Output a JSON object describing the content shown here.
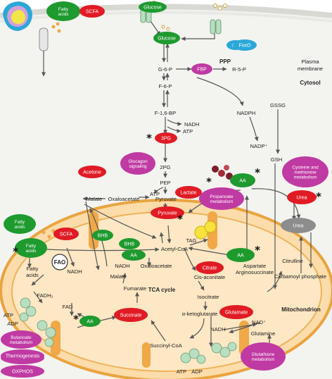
{
  "colors": {
    "green": "#1e9a2f",
    "red": "#e01b24",
    "magenta": "#c03aa3",
    "blue": "#2aa8d8",
    "grey": "#8d8d8d",
    "mito_fill": "#fbd9a6",
    "mito_edge": "#e9a43f",
    "transporter": "#b8dfc0"
  },
  "labels": {
    "plasma_membrane": "Plasma\nmembrane",
    "cytosol": "Cytosol",
    "mitochondrion": "Mitochondrion",
    "ppp": "PPP",
    "tca_cycle": "TCA cycle",
    "fao": "FAO"
  },
  "nodes": {
    "g6p": "G-6-P",
    "f6p": "F-6-P",
    "f16bp": "F-1,6-BP",
    "nadh_glycolysis": "NADH",
    "atp_glycolysis": "ATP",
    "pg2": "2PG",
    "pep": "PEP",
    "atp_pep": "ATP",
    "pyruvate_cyto": "Pyruvate",
    "malate_cyto": "Malate",
    "oxaloacetate_cyto": "Oxaloacetate",
    "r5p": "R-5-P",
    "nadph": "NADPH",
    "nadp": "NADP⁺",
    "gssg": "GSSG",
    "gsh": "GSH",
    "acetyl_coa": "Acetyl-CoA",
    "tag": "TAG",
    "fatty_acids_mito": "Fatty\nacids",
    "nadh_fao": "NADH",
    "fadh2": "FADH₂",
    "fad": "FAD",
    "atp_left": "ATP",
    "adp_left": "ADP",
    "nadh_tca": "NADH",
    "oxaloacetate_mito": "Oxaloacetate",
    "malate_mito": "Malate",
    "fumarate": "Fumarate",
    "cis_aconitate": "Cis-aconitate",
    "isocitrate": "Isocitrate",
    "akg": "α-ketoglutarate",
    "succinyl_coa": "Succinyl-CoA",
    "nadh_bottom": "NADH",
    "nad": "NAD⁺",
    "glutamine": "Glutamine",
    "aspartate": "Aspartate",
    "argininosuccinate": "Arginosuccinate",
    "citrulline": "Citrulline",
    "carbamoyl_phosphate": "Carbamoyl phosphate",
    "atp_bottom": "ATP",
    "adp_bottom": "ADP",
    "r_5_p": "R-5-P"
  },
  "badges": {
    "fatty_acids_top": "Fatty\nacids",
    "scfa_top": "SCFA",
    "glucose_top": "Glucose",
    "glucose_cyto": "Glucose",
    "fbp": "FBP",
    "hk": "HK",
    "foxo": "FoxO",
    "pg3": "3PG",
    "acetone": "Acetone",
    "glucagon_signaling": "Glucagon\nsignaling",
    "lactate": "Lactate",
    "propanoate_metabolism": "Propanoate\nmetabolism",
    "aa_cyto": "AA",
    "cysteine_metabolism": "Cysteine and\nmethionine\nmetabolism",
    "urea_red": "Urea",
    "urea_grey": "Urea",
    "scfa_mito": "SCFA",
    "fatty_acids_outer": "Fatty\nacids",
    "fatty_acids_mito_green": "Fatty\nacids",
    "pyruvate_mito": "Pyruvate",
    "bhb": "BHB",
    "bhb2": "BHB",
    "aa_mito": "AA",
    "aa_right": "AA",
    "citrate": "Citrate",
    "succinate": "Succinate",
    "aa_left": "AA",
    "glutamate": "Glutamate",
    "butanoate_metabolism": "Butanoate\nmetabolism",
    "thermogenesis": "Thermogenesis",
    "oxphos": "OXPHOS",
    "glutathione_metabolism": "Glutathione\nmetabolism"
  },
  "asterisk": "*"
}
